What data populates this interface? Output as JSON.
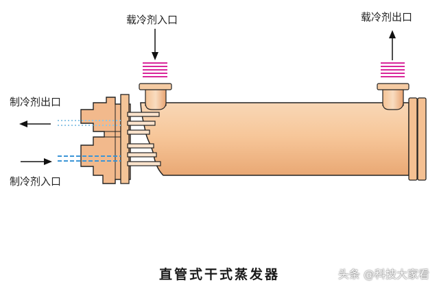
{
  "labels": {
    "brine_inlet": "载冷剂入口",
    "brine_outlet": "载冷剂出口",
    "refrigerant_outlet": "制冷剂出口",
    "refrigerant_inlet": "制冷剂入口"
  },
  "caption": "直管式干式蒸发器",
  "watermark": "头条 @科技大家看",
  "colors": {
    "shell": "#f7c79a",
    "shell_edge": "#222222",
    "coil": "#d9259a",
    "refrigerant_out_line": "#8ec6e6",
    "refrigerant_in_line": "#3a94d6"
  }
}
